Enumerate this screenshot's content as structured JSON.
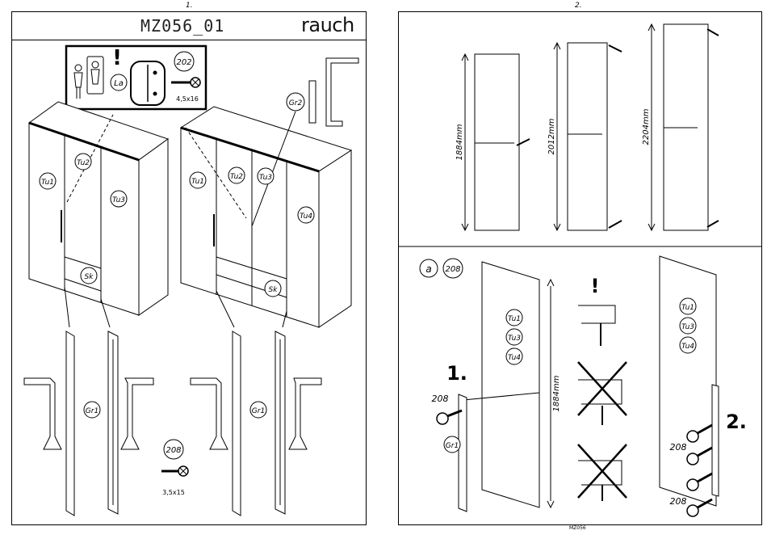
{
  "page_left": {
    "page_number": "1.",
    "model_code": "MZ056_01",
    "brand": "rauch",
    "warning_box": {
      "person_label": "La",
      "part_number": "202",
      "screw_size": "4,5x16"
    },
    "labels": {
      "gr2": "Gr2",
      "tu1": "Tu1",
      "tu2": "Tu2",
      "tu3": "Tu3",
      "tu4": "Tu4",
      "sk": "Sk",
      "gr1": "Gr1"
    },
    "screw_part": {
      "part_number": "208",
      "screw_size": "3,5x15"
    }
  },
  "page_right": {
    "page_number": "2.",
    "door_heights": [
      "1884mm",
      "2012mm",
      "2204mm"
    ],
    "step_label": "a",
    "part_number": "208",
    "step_one": "1.",
    "step_two": "2.",
    "door_labels": [
      "Tu1",
      "Tu3",
      "Tu4"
    ],
    "height_detail": "1884mm",
    "gr1_label": "Gr1",
    "screw_labels": [
      "208",
      "208",
      "208"
    ],
    "footer_code": "MZ056"
  }
}
